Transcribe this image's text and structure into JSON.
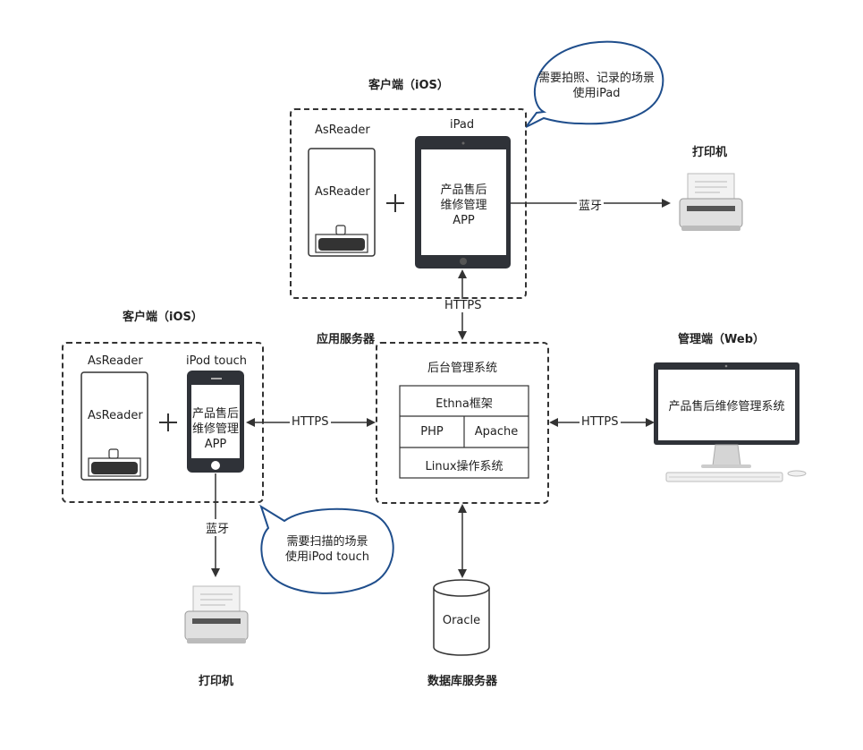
{
  "client_ipad": {
    "title": "客户端（iOS）",
    "reader_label": "AsReader",
    "reader_text": "AsReader",
    "device_label": "iPad",
    "app_line1": "产品售后",
    "app_line2": "维修管理",
    "app_line3": "APP",
    "plus": "+",
    "bubble_line1": "需要拍照、记录的场景",
    "bubble_line2": "使用iPad"
  },
  "client_ipod": {
    "title": "客户端（iOS）",
    "reader_label": "AsReader",
    "reader_text": "AsReader",
    "device_label": "iPod touch",
    "app_line1": "产品售后",
    "app_line2": "维修管理",
    "app_line3": "APP",
    "plus": "+",
    "bubble_line1": "需要扫描的场景",
    "bubble_line2": "使用iPod touch"
  },
  "printer_top": {
    "label": "打印机"
  },
  "printer_bottom": {
    "label": "打印机"
  },
  "app_server": {
    "title": "应用服务器",
    "system": "后台管理系统",
    "framework": "Ethna框架",
    "php": "PHP",
    "apache": "Apache",
    "os": "Linux操作系统"
  },
  "web_client": {
    "title": "管理端（Web）",
    "screen_text": "产品售后维修管理系统"
  },
  "db_server": {
    "title": "数据库服务器",
    "db": "Oracle"
  },
  "connections": {
    "bluetooth_top": "蓝牙",
    "https_ipad": "HTTPS",
    "https_ipod": "HTTPS",
    "https_web": "HTTPS",
    "bluetooth_bottom": "蓝牙"
  }
}
